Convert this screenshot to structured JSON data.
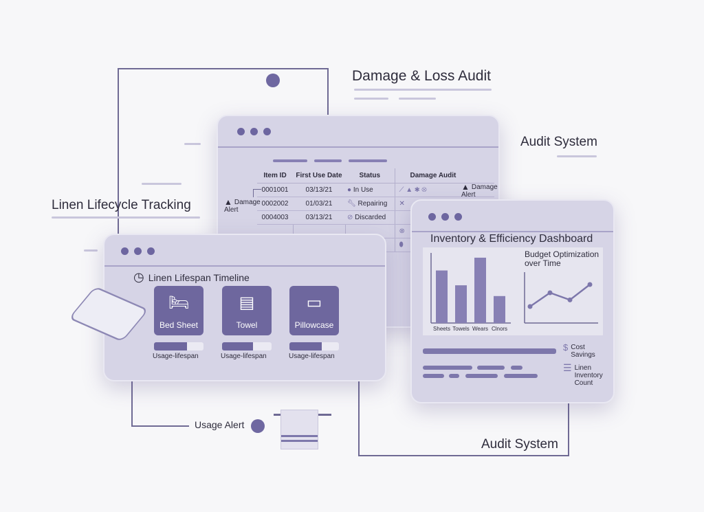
{
  "labels": {
    "damage_loss_audit": "Damage & Loss Audit",
    "audit_system_top": "Audit System",
    "linen_lifecycle": "Linen Lifecycle Tracking",
    "usage_alert": "Usage Alert",
    "audit_system_bottom": "Audit System"
  },
  "audit_table": {
    "headers": [
      "Item ID",
      "First Use Date",
      "Status",
      "Damage Audit"
    ],
    "rows": [
      {
        "id": "0001001",
        "date": "03/13/21",
        "status": "In Use",
        "status_icon": "circle-icon"
      },
      {
        "id": "0002002",
        "date": "01/03/21",
        "status": "Repairing",
        "status_icon": "wrench-icon"
      },
      {
        "id": "0004003",
        "date": "03/13/21",
        "status": "Discarded",
        "status_icon": "ban-icon"
      }
    ],
    "alert_left": {
      "line1": "Damage",
      "line2": "Alert"
    },
    "alert_right": {
      "line1": "Damage",
      "line2": "Alert"
    }
  },
  "lifespan": {
    "title": "Linen Lifespan Timeline",
    "items": [
      {
        "label": "Bed Sheet",
        "usage_label": "Usage-lifespan",
        "usage": 0.67,
        "icon": "bed-icon"
      },
      {
        "label": "Towel",
        "usage_label": "Usage-lifespan",
        "usage": 0.63,
        "icon": "towel-icon"
      },
      {
        "label": "Pillowcase",
        "usage_label": "Usage-lifespan",
        "usage": 0.65,
        "icon": "pillow-icon"
      }
    ]
  },
  "dashboard": {
    "title": "Inventory & Efficiency Dashboard",
    "line_title": "Budget Optimization over Time",
    "cost_savings": "Cost Savings",
    "inventory_count": "Linen Inventory Count"
  },
  "chart_data": [
    {
      "type": "bar",
      "categories": [
        "Sheets",
        "Towels",
        "Wears",
        "Clnors"
      ],
      "values": [
        78,
        56,
        97,
        40
      ],
      "ylim": [
        0,
        100
      ]
    },
    {
      "type": "line",
      "title": "Budget Optimization over Time",
      "x": [
        1,
        2,
        3,
        4
      ],
      "values": [
        30,
        55,
        42,
        70
      ],
      "ylim": [
        0,
        100
      ]
    }
  ]
}
